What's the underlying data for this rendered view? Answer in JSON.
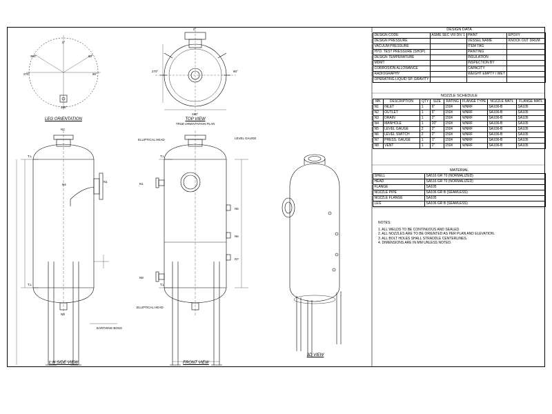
{
  "views": {
    "leg_orientation": "LEG ORIENTATION",
    "top_view": "TOP VIEW",
    "top_view_sub": "TRUE ORIENTATION PLAN",
    "lh_side_view": "L.H SIDE VIEW",
    "front_view": "FRONT VIEW",
    "view_3d": "3D VIEW"
  },
  "angles": {
    "a0": "0°",
    "a60": "60°",
    "a90": "90°",
    "a180": "180°",
    "a270": "270°",
    "a300": "300°"
  },
  "nozzles": {
    "n1": "N1",
    "n2": "N2",
    "n3": "N3",
    "n4": "N4",
    "n5": "N5",
    "n6": "N6",
    "n7": "N7",
    "n8": "N8"
  },
  "annotations": {
    "tl": "T.L",
    "ell_left": "ELLIPTICAL HEAD",
    "ell_bottom": "ELLIPTICAL HEAD",
    "level": "LEVEL GAUGE",
    "earthing": "EARTHING BOSS"
  },
  "design_data": {
    "title": "DESIGN DATA",
    "rows": [
      [
        "DESIGN CODE",
        "ASME SEC VIII DIV 1",
        "PAINT",
        "EPOXY"
      ],
      [
        "DESIGN PRESSURE",
        "",
        "VESSEL NAME",
        "KNOCK OUT DRUM"
      ],
      [
        "VACUUM PRESSURE",
        "",
        "ITEM TAG",
        ""
      ],
      [
        "HYD. TEST PRESSURE (SHOP)",
        "",
        "PAINTING",
        ""
      ],
      [
        "DESIGN TEMPERATURE",
        "",
        "INSULATION",
        ""
      ],
      [
        "MDMT",
        "",
        "INSPECTION BY",
        ""
      ],
      [
        "CORROSION ALLOWANCE",
        "",
        "CAPACITY",
        ""
      ],
      [
        "RADIOGRAPHY",
        "",
        "WEIGHT EMPTY / WET",
        ""
      ],
      [
        "OPERATING LIQUID SP. GRAVITY",
        "",
        "",
        ""
      ]
    ]
  },
  "nozzle_schedule": {
    "title": "NOZZLE SCHEDULE",
    "headers": [
      "MK",
      "DESCRIPTION",
      "QTY",
      "SIZE",
      "RATING",
      "FLANGE TYPE",
      "NOZZLE MATL",
      "FLANGE MATL"
    ],
    "rows": [
      [
        "N1",
        "INLET",
        "1",
        "6\"",
        "150#",
        "WNRF",
        "SA106-B",
        "SA105"
      ],
      [
        "N2",
        "OUTLET",
        "1",
        "6\"",
        "150#",
        "WNRF",
        "SA106-B",
        "SA105"
      ],
      [
        "N3",
        "DRAIN",
        "1",
        "2\"",
        "150#",
        "WNRF",
        "SA106-B",
        "SA105"
      ],
      [
        "N4",
        "MANHOLE",
        "1",
        "20\"",
        "150#",
        "WNRF",
        "SA106-B",
        "SA105"
      ],
      [
        "N5",
        "LEVEL GAUGE",
        "2",
        "2\"",
        "150#",
        "WNRF",
        "SA106-B",
        "SA105"
      ],
      [
        "N6",
        "LEVEL SWITCH",
        "2",
        "2\"",
        "150#",
        "WNRF",
        "SA106-B",
        "SA105"
      ],
      [
        "N7",
        "PRESS. GAUGE",
        "1",
        "1\"",
        "150#",
        "WNRF",
        "SA106-B",
        "SA105"
      ],
      [
        "N8",
        "VENT",
        "1",
        "2\"",
        "150#",
        "WNRF",
        "SA106-B",
        "SA105"
      ]
    ]
  },
  "material": {
    "title": "MATERIAL",
    "rows": [
      [
        "SHELL",
        "SA516 GR 70 (NORMALIZED)"
      ],
      [
        "HEAD",
        "SA516 GR 70 (NORMALIZED)"
      ],
      [
        "FLANGE",
        "SA105"
      ],
      [
        "NOZZLE PIPE",
        "SA106 GR B (SEAMLESS)"
      ],
      [
        "NOZZLE FLANGE",
        "SA105"
      ],
      [
        "LEG",
        "SA106 GR B (SEAMLESS)"
      ]
    ]
  },
  "notes": {
    "title": "NOTES:",
    "items": [
      "1. ALL WELDS TO BE CONTINUOUS AND SEALED.",
      "2. ALL NOZZLES ARE TO BE ORIENTED AS PER PLAN AND ELEVATION.",
      "3. ALL BOLT HOLES SHALL STRADDLE CENTERLINES.",
      "4. DIMENSIONS ARE IN MM UNLESS NOTED."
    ]
  }
}
